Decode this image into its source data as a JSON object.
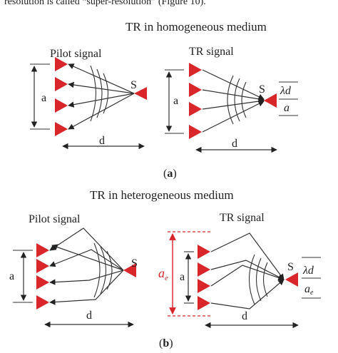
{
  "header_text": "resolution is called “super-resolution” (Figure 10).",
  "panel_a": {
    "title": "TR in homogeneous medium",
    "left_label": "Pilot signal",
    "right_label": "TR signal",
    "source": "S",
    "aperture": "a",
    "distance": "d",
    "fraction_num": "λd",
    "fraction_den": "a",
    "caption_open": "(",
    "caption_letter": "a",
    "caption_close": ")"
  },
  "panel_b": {
    "title": "TR in heterogeneous medium",
    "left_label": "Pilot signal",
    "right_label": "TR signal",
    "source": "S",
    "aperture": "a",
    "effective_aperture": "a",
    "effective_sub": "e",
    "distance": "d",
    "fraction_num": "λd",
    "fraction_den": "a",
    "fraction_den_sub": "e",
    "caption_open": "(",
    "caption_letter": "b",
    "caption_close": ")"
  },
  "colors": {
    "element": "#d9262b",
    "lines": "#333333",
    "effective": "#d9262b"
  }
}
